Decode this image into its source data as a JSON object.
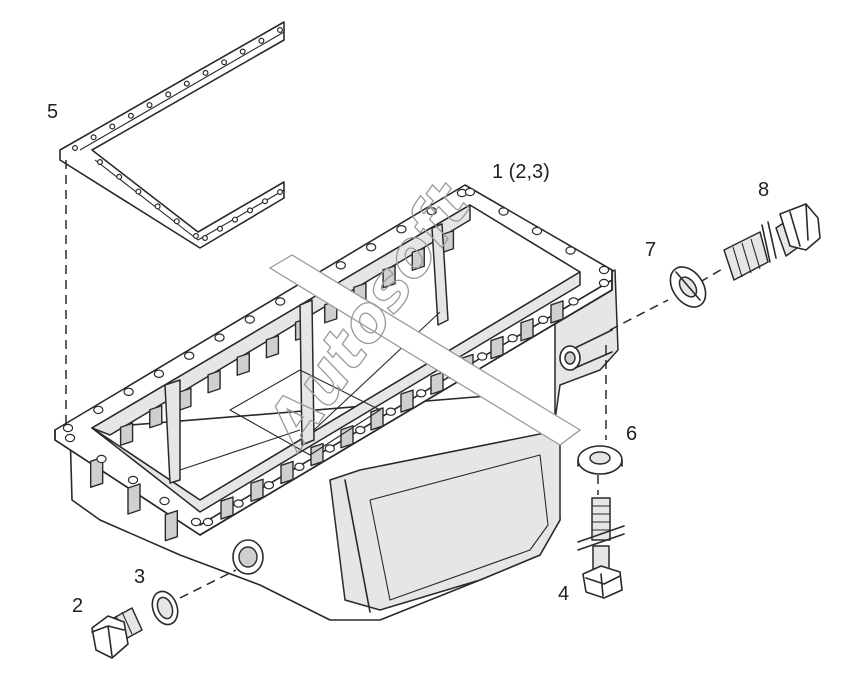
{
  "callouts": {
    "oil_pan": "1 (2,3)",
    "drain_plug": "2",
    "plug_seal": "3",
    "bolt": "4",
    "gasket": "5",
    "bolt_washer": "6",
    "sensor_washer": "7",
    "sensor_plug": "8"
  },
  "watermark": "Autosoft",
  "colors": {
    "line": "#2a2a2a",
    "background": "#ffffff",
    "shade": "#e6e6e6"
  }
}
